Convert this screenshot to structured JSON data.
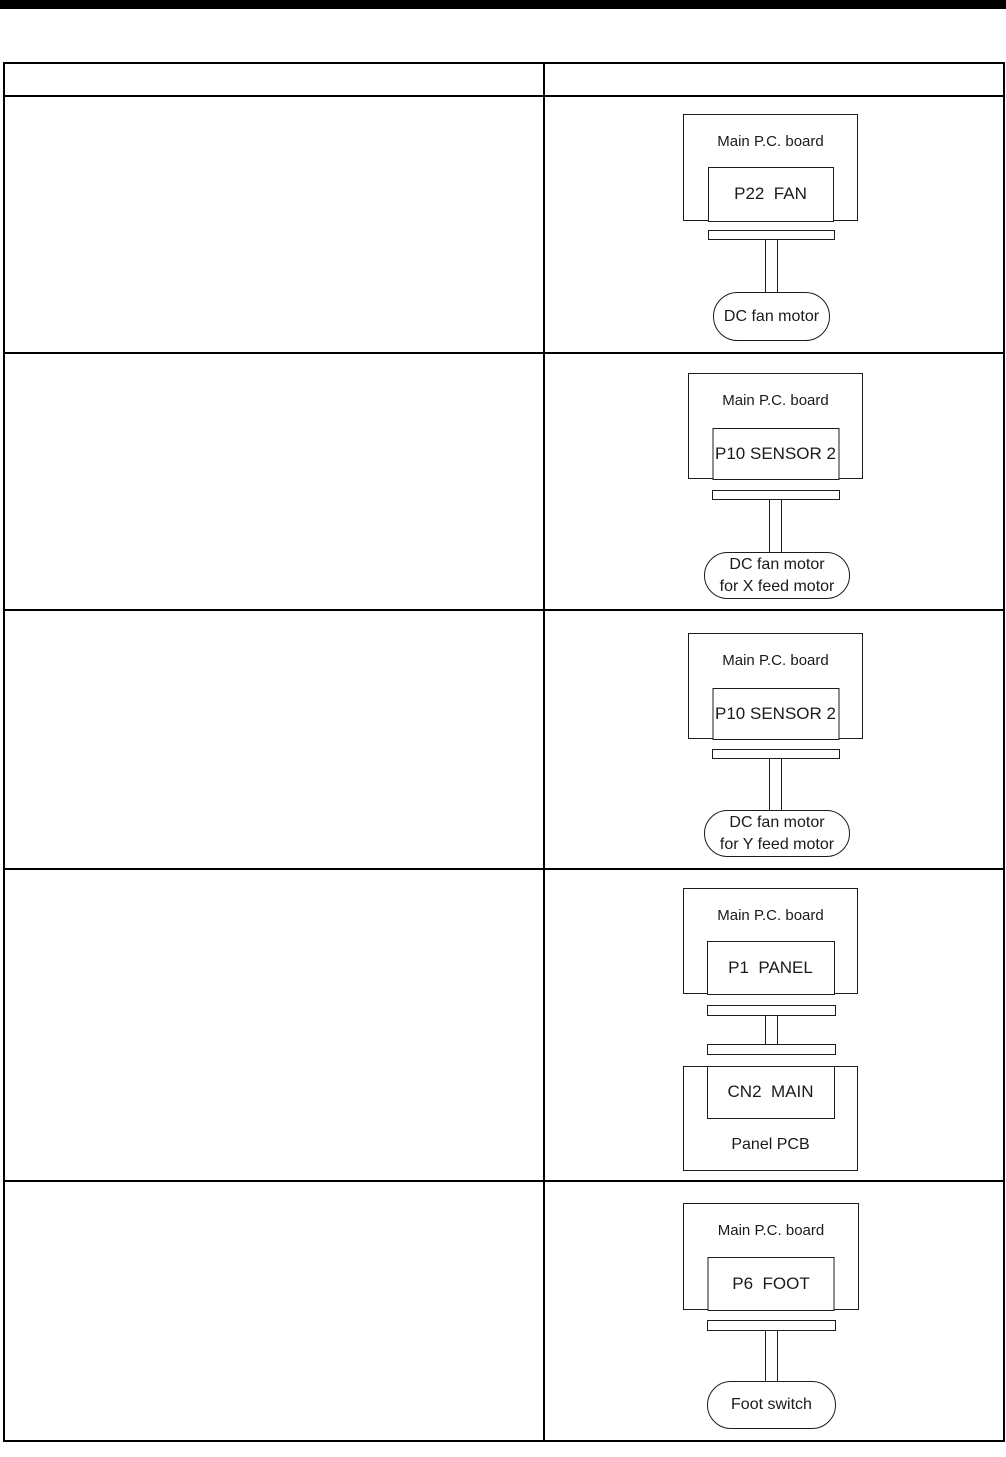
{
  "header_bar": {
    "color": "#000000"
  },
  "table": {
    "header_row": {
      "left": "",
      "right": ""
    },
    "rows": [
      {
        "diagram": {
          "board_label": "Main P.C. board",
          "connector_label": "P22  FAN",
          "target": {
            "type": "stadium",
            "lines": [
              "DC fan motor"
            ]
          }
        }
      },
      {
        "diagram": {
          "board_label": "Main P.C. board",
          "connector_label": "P10 SENSOR 2",
          "target": {
            "type": "stadium",
            "lines": [
              "DC fan motor",
              "for X feed motor"
            ]
          }
        }
      },
      {
        "diagram": {
          "board_label": "Main P.C. board",
          "connector_label": "P10 SENSOR 2",
          "target": {
            "type": "stadium",
            "lines": [
              "DC fan motor",
              "for Y feed motor"
            ]
          }
        }
      },
      {
        "diagram": {
          "board_label": "Main P.C. board",
          "connector_label": "P1  PANEL",
          "target": {
            "type": "board",
            "connector_label": "CN2  MAIN",
            "board_label": "Panel PCB"
          }
        }
      },
      {
        "diagram": {
          "board_label": "Main P.C. board",
          "connector_label": "P6  FOOT",
          "target": {
            "type": "stadium",
            "lines": [
              "Foot switch"
            ]
          }
        }
      }
    ]
  }
}
